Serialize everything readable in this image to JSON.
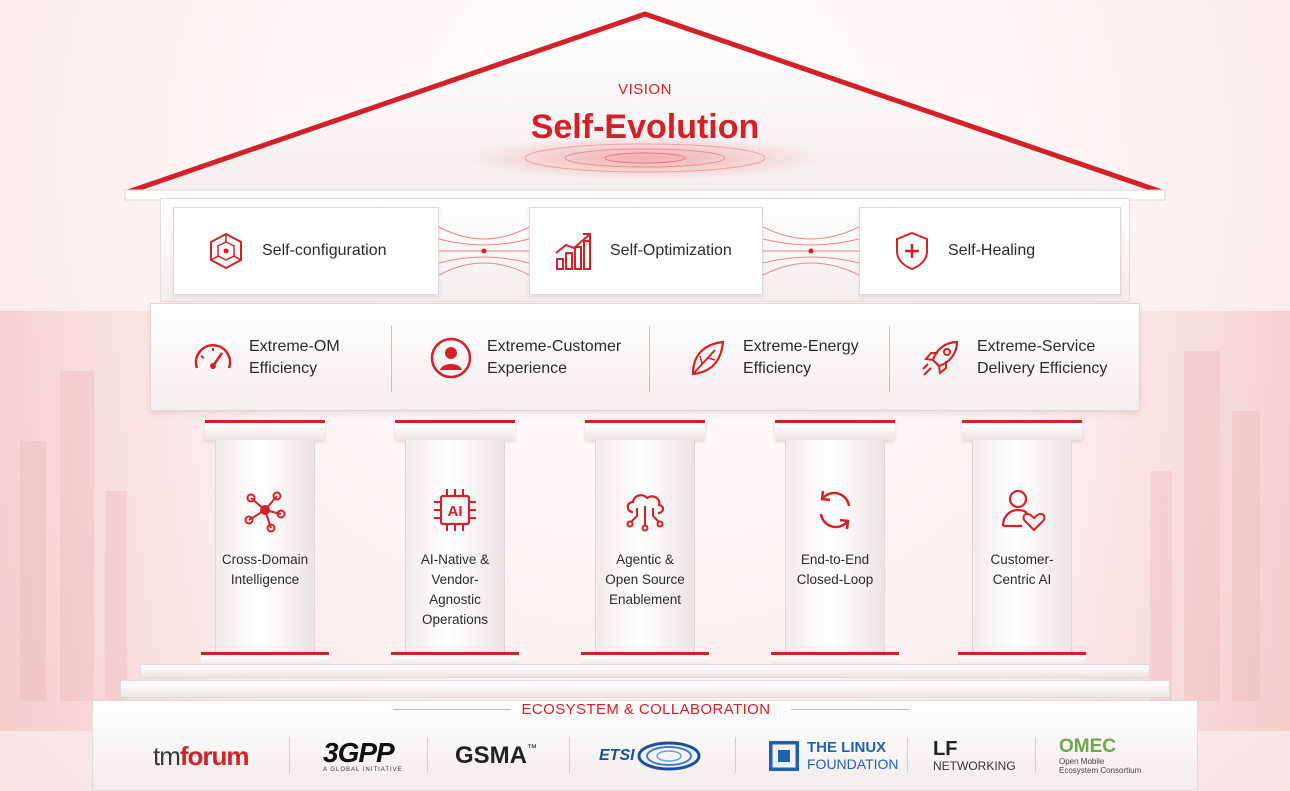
{
  "vision_label": "VISION",
  "vision_title": "Self-Evolution",
  "capabilities": [
    {
      "label": "Self-configuration",
      "icon": "cube-network-icon"
    },
    {
      "label": "Self-Optimization",
      "icon": "bar-growth-icon"
    },
    {
      "label": "Self-Healing",
      "icon": "shield-plus-icon"
    }
  ],
  "metrics": [
    {
      "label": "Extreme-OM\nEfficiency",
      "icon": "gauge-icon"
    },
    {
      "label": "Extreme-Customer\nExperience",
      "icon": "user-circle-icon"
    },
    {
      "label": "Extreme-Energy\nEfficiency",
      "icon": "leaf-icon"
    },
    {
      "label": "Extreme-Service\nDelivery Efficiency",
      "icon": "rocket-icon"
    }
  ],
  "pillars": [
    {
      "label": "Cross-Domain\nIntelligence",
      "icon": "network-nodes-icon"
    },
    {
      "label": "AI-Native &\nVendor-Agnostic\nOperations",
      "icon": "ai-chip-icon",
      "chip_text": "AI"
    },
    {
      "label": "Agentic &\nOpen Source\nEnablement",
      "icon": "cloud-circuit-icon"
    },
    {
      "label": "End-to-End\nClosed-Loop",
      "icon": "cycle-arrows-icon"
    },
    {
      "label": "Customer-\nCentric AI",
      "icon": "user-heart-icon"
    }
  ],
  "ecosystem_label": "ECOSYSTEM & COLLABORATION",
  "partners": {
    "tmforum_a": "tm",
    "tmforum_b": "forum",
    "threegpp": "3GPP",
    "threegpp_sub": "A GLOBAL INITIATIVE",
    "gsma": "GSMA",
    "gsma_tm": "™",
    "etsi": "ETSI",
    "linux_a": "THE LINUX",
    "linux_b": "FOUNDATION",
    "lf_a": "LF",
    "lf_b": "NETWORKING",
    "omec_a": "OMEC",
    "omec_b": "Open Mobile",
    "omec_c": "Ecosystem Consortium"
  },
  "colors": {
    "accent": "#d42027",
    "linux_blue": "#1a64b3",
    "omec_green": "#6aa84f"
  }
}
